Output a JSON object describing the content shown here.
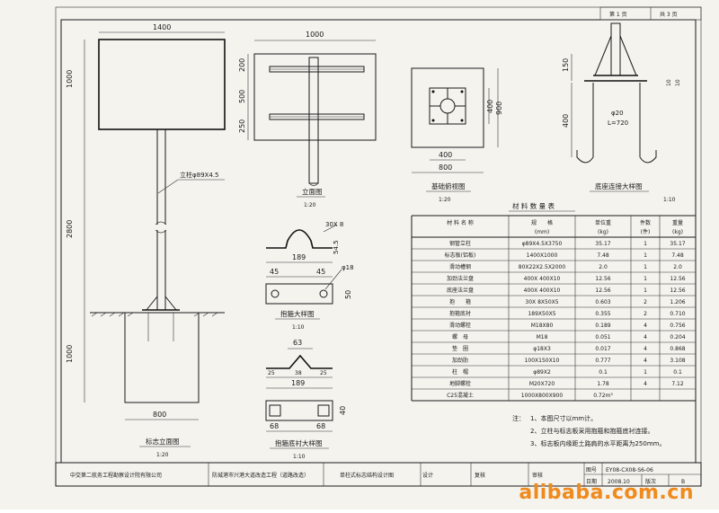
{
  "page_info": {
    "current": "第 1 页",
    "total": "共 3 页"
  },
  "sign_elevation": {
    "width": "1400",
    "panel_height": "1000",
    "post_height": "2800",
    "foundation_depth": "1000",
    "foundation_width": "800",
    "post_label": "立柱φ89X4.5",
    "caption": "标志立面图",
    "scale": "1:20"
  },
  "side_view": {
    "width": "1000",
    "dims": [
      "200",
      "500",
      "250"
    ],
    "caption": "立面图",
    "scale": "1:20"
  },
  "hoop": {
    "radius": "30X 8",
    "bolt_len": "54.5",
    "dims_bottom": [
      "45",
      "45"
    ],
    "total": "189",
    "hole": "φ18",
    "height": "50",
    "caption": "抱箍大样图",
    "scale": "1:10"
  },
  "base_plate_detail": {
    "top": "63",
    "dims_mid": [
      "25",
      "38",
      "25"
    ],
    "total": "189",
    "dims_bottom": [
      "68",
      "68"
    ],
    "side": "40",
    "caption": "抱箍底衬大样图",
    "scale": "1:10"
  },
  "foundation_plan": {
    "inner": "400",
    "outer": "800",
    "side_inner": "400",
    "side_outer": "900",
    "caption": "基础俯视图",
    "scale": "1:20"
  },
  "anchor_bolt": {
    "top_dim": "150",
    "flange": "10",
    "gap": "10",
    "length": "400",
    "bar": "φ20",
    "bar_len": "L=720",
    "caption": "底座连接大样图",
    "scale": "1:10"
  },
  "material_table": {
    "title": "材 料 数 量 表",
    "headers": [
      "材 料 名 称",
      "规　　格",
      "单位重",
      "件数",
      "重量"
    ],
    "subheaders": [
      "",
      "(mm)",
      "(kg)",
      "(件)",
      "(kg)"
    ],
    "rows": [
      [
        "钢管立柱",
        "φ89X4.5X3750",
        "35.17",
        "1",
        "35.17"
      ],
      [
        "标志板(铝板)",
        "1400X1000",
        "7.48",
        "1",
        "7.48"
      ],
      [
        "滑动槽钢",
        "80X22X2.5X2000",
        "2.0",
        "1",
        "2.0"
      ],
      [
        "加劲法兰盘",
        "400X 400X10",
        "12.56",
        "1",
        "12.56"
      ],
      [
        "底座法兰盘",
        "400X 400X10",
        "12.56",
        "1",
        "12.56"
      ],
      [
        "抱　　箍",
        "30X 8X50X5",
        "0.603",
        "2",
        "1.206"
      ],
      [
        "抱箍底衬",
        "189X50X5",
        "0.355",
        "2",
        "0.710"
      ],
      [
        "滑动螺栓",
        "M18X80",
        "0.189",
        "4",
        "0.756"
      ],
      [
        "螺　母",
        "M18",
        "0.051",
        "4",
        "0.204"
      ],
      [
        "垫　圈",
        "φ18X3",
        "0.017",
        "4",
        "0.868"
      ],
      [
        "加劲肋",
        "100X150X10",
        "0.777",
        "4",
        "3.108"
      ],
      [
        "柱　帽",
        "φ89X2",
        "0.1",
        "1",
        "0.1"
      ],
      [
        "地脚螺栓",
        "M20X720",
        "1.78",
        "4",
        "7.12"
      ],
      [
        "C25混凝土",
        "1000X800X900",
        "0.72m³",
        "",
        ""
      ]
    ]
  },
  "notes": {
    "label": "注：",
    "items": [
      "1、本图尺寸以mm计。",
      "2、立柱与标志板采用抱箍和抱箍底衬连接。",
      "3、标志板内缘距土路肩的水平距离为250mm。"
    ]
  },
  "title_block": {
    "org": "中交第二航务工程勘察设计院有限公司",
    "project": "防城港市兴港大道改造工程（道路改造）",
    "drawing_title": "单柱式标志结构设计图",
    "design": "设计",
    "check": "复核",
    "review": "审核",
    "figure_no_label": "图号",
    "figure_no": "EY08-CX08-S6-06",
    "date_label": "日期",
    "date": "2008.10",
    "version_label": "版次",
    "version": "B"
  },
  "watermark": "alibaba.com.cn"
}
